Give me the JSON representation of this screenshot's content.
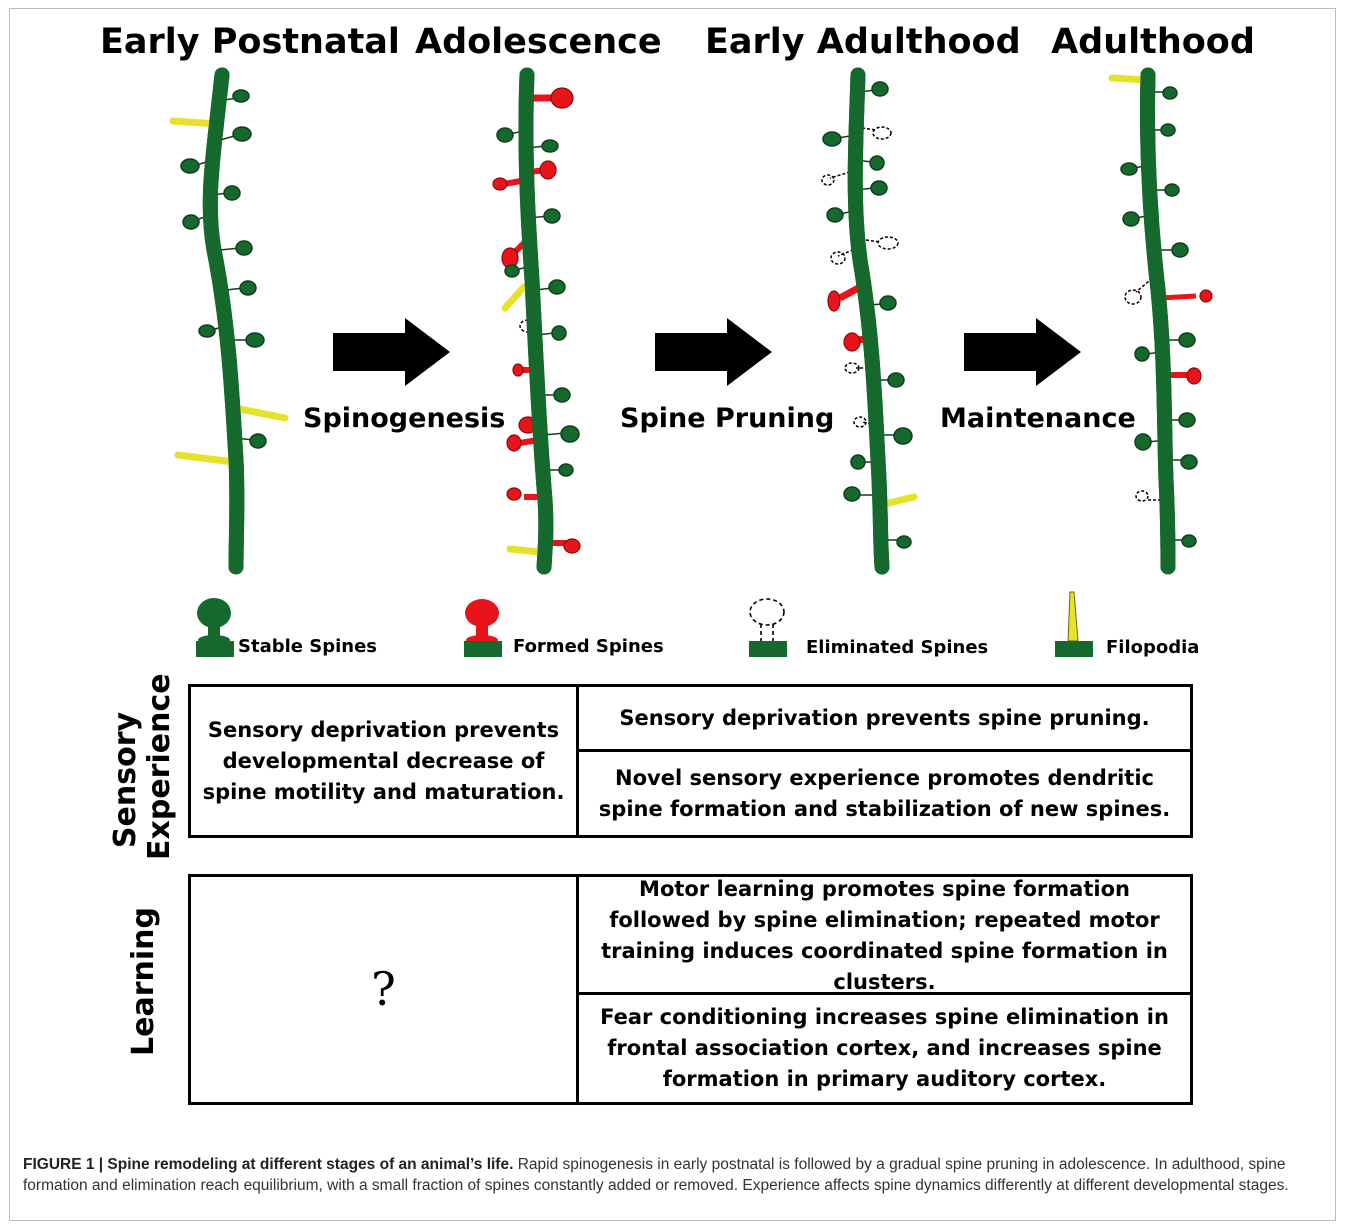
{
  "stages": [
    "Early Postnatal",
    "Adolescence",
    "Early Adulthood",
    "Adulthood"
  ],
  "transitions": [
    "Spinogenesis",
    "Spine Pruning",
    "Maintenance"
  ],
  "legend": {
    "stable": "Stable Spines",
    "formed": "Formed Spines",
    "eliminated": "Eliminated Spines",
    "filopodia": "Filopodia"
  },
  "colors": {
    "stable": "#16692d",
    "formed": "#e8141a",
    "filopodia": "#e6e22c",
    "arrow": "#000000"
  },
  "sensory": {
    "label_line1": "Sensory",
    "label_line2": "Experience",
    "left": "Sensory deprivation prevents developmental decrease of spine motility and maturation.",
    "right_top": "Sensory deprivation prevents spine pruning.",
    "right_bottom": "Novel sensory experience promotes dendritic spine formation and stabilization of new spines."
  },
  "learning": {
    "label": "Learning",
    "left": "?",
    "right_top": "Motor learning promotes spine formation followed by spine elimination; repeated motor training induces coordinated spine formation in clusters.",
    "right_bottom": "Fear conditioning increases spine elimination in frontal association cortex, and increases spine formation in primary auditory cortex."
  },
  "caption": {
    "prefix": "FIGURE 1 | Spine remodeling at different stages of an animal’s life.",
    "text": "Rapid spinogenesis in early postnatal is followed by a gradual spine pruning in adolescence. In adulthood, spine formation and elimination reach equilibrium, with a small fraction of spines constantly added or removed. Experience affects spine dynamics differently at different developmental stages."
  }
}
